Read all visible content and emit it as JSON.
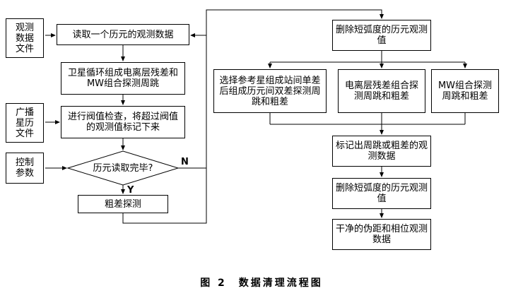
{
  "caption": "图 2　数据清理流程图",
  "labels": {
    "no": "N",
    "yes": "Y"
  },
  "colors": {
    "line": "#000000",
    "background": "#ffffff",
    "box_fill": "#ffffff",
    "text": "#000000"
  },
  "nodes": {
    "obs_file": "观测数据文件",
    "read_epoch": "读取一个历元的观测数据",
    "satellite_loop": "卫星循环组成电离层残差和MW组合探测周跳",
    "broadcast_eph": "广播星历文件",
    "threshold_check": "进行阀值检查，将超过阀值的观测值标记下来",
    "control_params": "控制参数",
    "epoch_done": "历元读取完毕?",
    "gross_error": "粗差探测",
    "delete_short_arc_top": "删除短弧度的历元观测值",
    "ref_star_double_diff": "选择参考星组成站间单差后组成历元间双差探测周跳和粗差",
    "iono_residual": "电离层残差组合探测周跳和粗差",
    "mw_combo": "MW组合探测周跳和粗差",
    "mark_obs": "标记出周跳或粗差的观测数据",
    "delete_short_arc_bottom": "删除短弧度的历元观测值",
    "clean_data": "干净的伪距和相位观测数据"
  }
}
